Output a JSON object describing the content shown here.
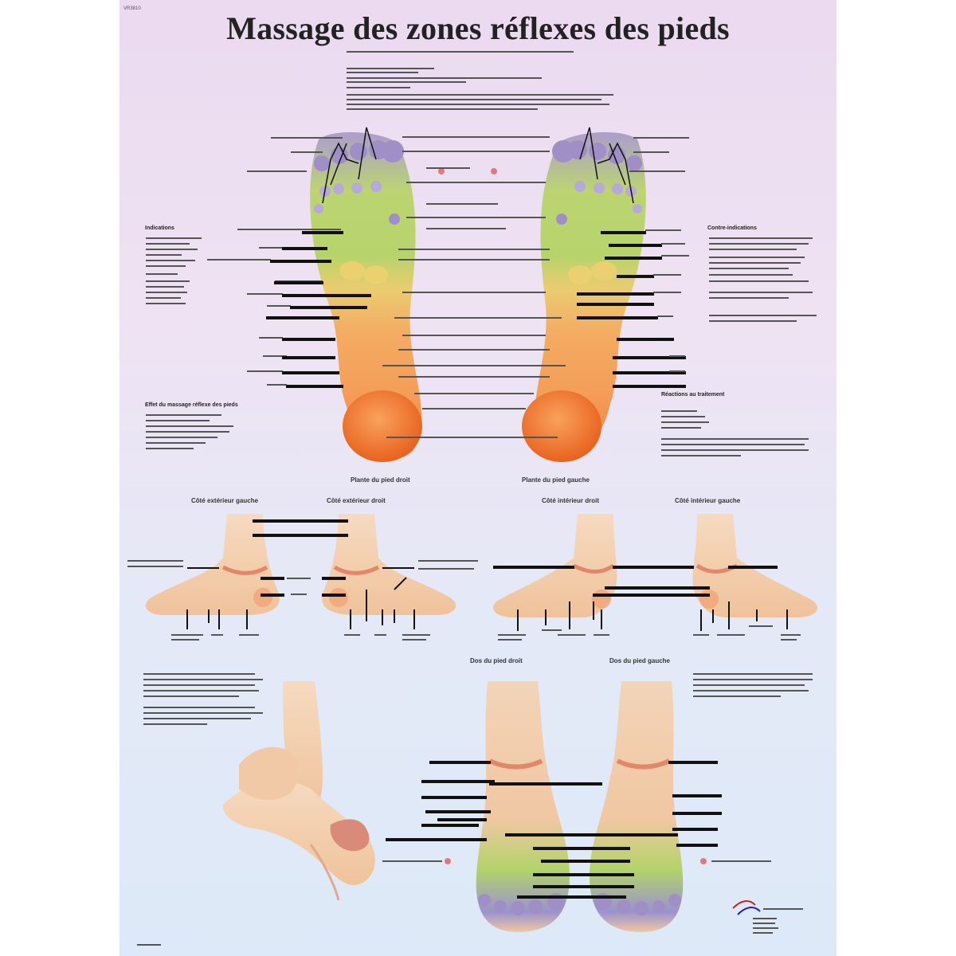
{
  "poster": {
    "code": "VR3810",
    "title": "Massage des zones réflexes des pieds",
    "sections": {
      "indications": "Indications",
      "contre_indications": "Contre-indications",
      "effet": "Effet du massage réflexe des pieds",
      "reactions": "Réactions au traitement"
    },
    "captions": {
      "plante_droit": "Plante du pied droit",
      "plante_gauche": "Plante du pied gauche",
      "cote_ext_gauche": "Côté extérieur gauche",
      "cote_ext_droit": "Côté extérieur droit",
      "cote_int_droit": "Côté intérieur droit",
      "cote_int_gauche": "Côté intérieur gauche",
      "dos_droit": "Dos du pied droit",
      "dos_gauche": "Dos du pied gauche"
    }
  },
  "colors": {
    "toes": "#9f8fc6",
    "chest_zone": "#b4d364",
    "abdomen_zone": "#e8c866",
    "pelvis_zone": "#f5a055",
    "heel": "#ef7a33",
    "skin": "#f3caa4",
    "ankle_band": "#e3866a"
  },
  "icons": {
    "brand_logo": "3b-scientific-logo",
    "reflex_point": "red-circle-marker"
  }
}
